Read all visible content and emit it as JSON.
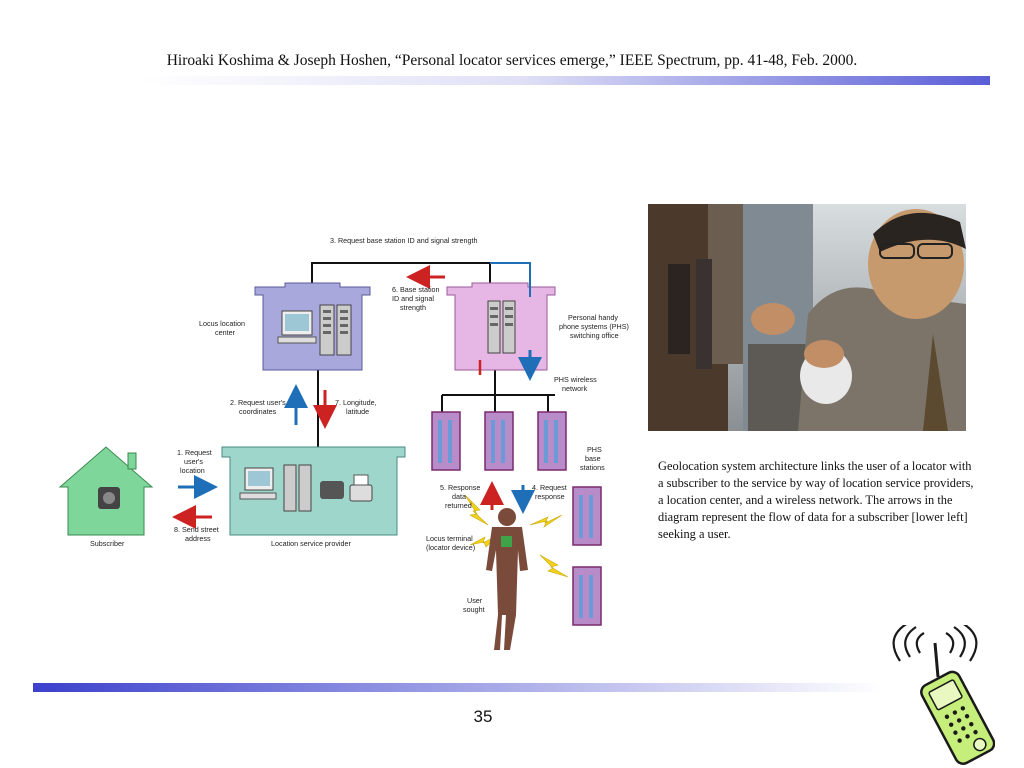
{
  "citation": "Hiroaki Koshima & Joseph Hoshen, “Personal locator services emerge,” IEEE Spectrum, pp. 41-48, Feb. 2000.",
  "diagram": {
    "labels": {
      "step3": "3. Request base station ID and signal strength",
      "step6": [
        "6. Base station",
        "ID and signal",
        "strength"
      ],
      "locus_center": [
        "Locus location",
        "center"
      ],
      "phs_office": [
        "Personal handy",
        "phone systems (PHS)",
        "switching office"
      ],
      "phs_network": [
        "PHS wireless",
        "network"
      ],
      "step2": [
        "2. Request user's",
        "coordinates"
      ],
      "step7": [
        "7. Longitude,",
        "latitude"
      ],
      "step1": [
        "1. Request",
        "user's",
        "location"
      ],
      "step8": [
        "8. Send street",
        "address"
      ],
      "subscriber": "Subscriber",
      "lsp": "Location service provider",
      "phs_stations": [
        "PHS",
        "base",
        "stations"
      ],
      "step5": [
        "5. Response",
        "data",
        "returned"
      ],
      "step4": [
        "4. Request",
        "response"
      ],
      "locus_terminal": [
        "Locus terminal",
        "(locator device)"
      ],
      "user_sought": [
        "User",
        "sought"
      ]
    },
    "colors": {
      "locus_box": "#a8a8dc",
      "phs_box": "#e6b6e4",
      "lsp_box": "#9fd6cc",
      "house": "#7fd69a",
      "red_arrow": "#cc2222",
      "blue_arrow": "#1f6fb8",
      "tower": "#9a2a8a"
    }
  },
  "caption": "Geolocation system architecture links the user of a locator with a subscriber to the service by way of location service providers, a location center, and a wireless network. The arrows in the diagram represent the flow of data for a subscriber [lower left] seeking a user.",
  "page_number": "35"
}
